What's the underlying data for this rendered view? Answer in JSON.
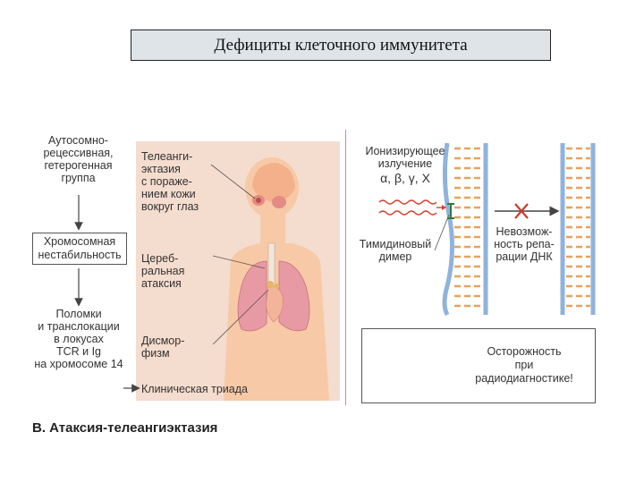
{
  "title": "Дефициты клеточного иммунитета",
  "flow": {
    "step1": [
      "Аутосомно-",
      "рецессивная,",
      "гетерогенная",
      "группа"
    ],
    "step2": [
      "Хромосомная",
      "нестабильность"
    ],
    "step3": [
      "Поломки",
      "и транслокации",
      "в локусах",
      "TCR и Ig",
      "на хромосоме 14"
    ]
  },
  "symptoms": {
    "telangiectasia": [
      "Телеанги-",
      "эктазия",
      "с пораже-",
      "нием кожи",
      "вокруг глаз"
    ],
    "ataxia": [
      "Цереб-",
      "ральная",
      "атаксия"
    ],
    "dysmorphism": [
      "Дисмор-",
      "физм"
    ],
    "triad": "Клиническая триада"
  },
  "dna": {
    "radiation": [
      "Ионизирующее",
      "излучение"
    ],
    "radiation_types": "α, β, γ, X",
    "dimer": [
      "Тимидиновый",
      "димер"
    ],
    "repair": [
      "Невозмож-",
      "ность репа-",
      "рации ДНК"
    ]
  },
  "warning": [
    "Осторожность",
    "при",
    "радиодиагностике!"
  ],
  "caption": "В. Атаксия-телеангиэктазия",
  "colors": {
    "panel": "#f4dcce",
    "body": "#f7c9a6",
    "lung": "#e89aa4",
    "dna_backbone": "#8fb3dd",
    "dna_rung": "#e8a25a",
    "wave": "#d4402e",
    "cross": "#c83a2a",
    "warning_fill": "#f5d21a",
    "warning_border": "#c8362a"
  },
  "icons": [
    "radiation-warning-icon",
    "cross-icon",
    "arrow-down-icon"
  ]
}
